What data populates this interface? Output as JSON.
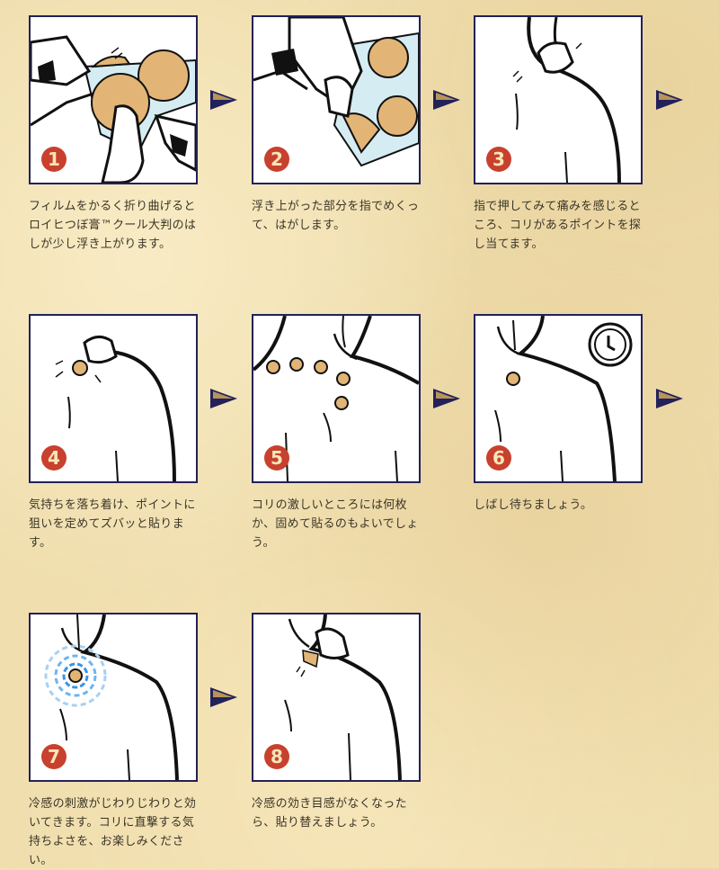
{
  "colors": {
    "background": "#f0deae",
    "frame_border": "#22215a",
    "badge": "#c8412e",
    "badge_text": "#f6e7b8",
    "patch": "#e2b576",
    "arrow_fill": "#b8945a",
    "arrow_edge": "#22215a",
    "cool_rings": "#4aa3e8"
  },
  "steps": [
    {
      "number": "1",
      "illustration": "fold-film-icon",
      "caption": "フィルムをかるく折り曲げるとロイヒつぼ膏™クール大判のはしが少し浮き上がります。"
    },
    {
      "number": "2",
      "illustration": "peel-patch-icon",
      "caption": "浮き上がった部分を指でめくって、はがします。"
    },
    {
      "number": "3",
      "illustration": "press-shoulder-icon",
      "caption": "指で押してみて痛みを感じるところ、コリがあるポイントを探し当てます。"
    },
    {
      "number": "4",
      "illustration": "apply-patch-icon",
      "caption": "気持ちを落ち着け、ポイントに狙いを定めてズバッと貼ります。"
    },
    {
      "number": "5",
      "illustration": "multiple-patches-icon",
      "caption": "コリの激しいところには何枚か、固めて貼るのもよいでしょう。"
    },
    {
      "number": "6",
      "illustration": "clock-wait-icon",
      "caption": "しばし待ちましょう。"
    },
    {
      "number": "7",
      "illustration": "cooling-effect-icon",
      "caption": "冷感の刺激がじわりじわりと効いてきます。コリに直撃する気持ちよさを、お楽しみください。"
    },
    {
      "number": "8",
      "illustration": "remove-patch-icon",
      "caption": "冷感の効き目感がなくなったら、貼り替えましょう。"
    }
  ]
}
